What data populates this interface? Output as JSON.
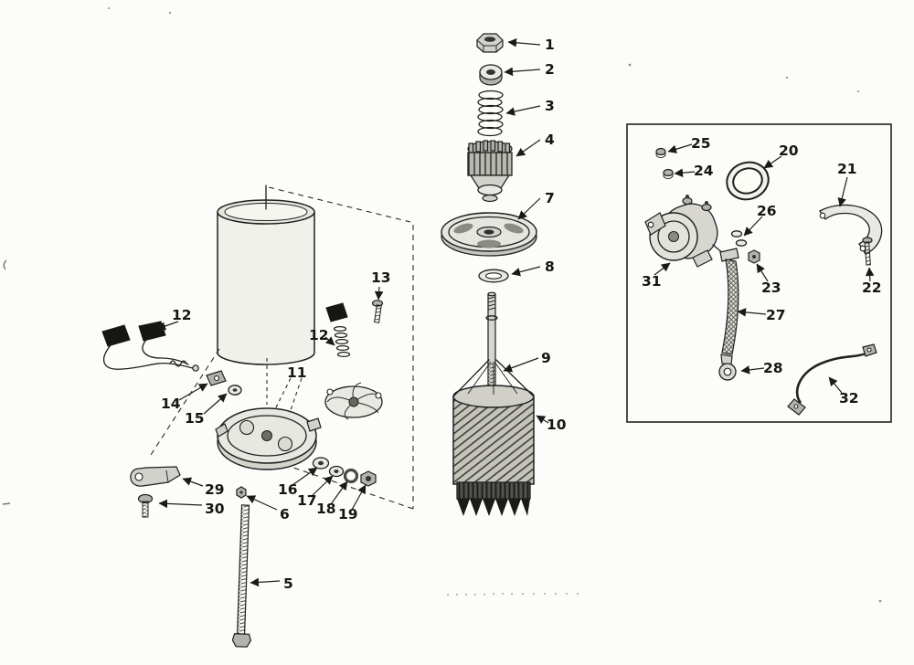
{
  "colors": {
    "paper": "#fcfcfa",
    "ink": "#1a1a1a"
  },
  "labels": {
    "n1": "1",
    "n2": "2",
    "n3": "3",
    "n4": "4",
    "n5": "5",
    "n6": "6",
    "n7": "7",
    "n8": "8",
    "n9": "9",
    "n10": "10",
    "n11": "11",
    "n12": "12",
    "n13": "13",
    "n14": "14",
    "n15": "15",
    "n16": "16",
    "n17": "17",
    "n18": "18",
    "n19": "19",
    "n20": "20",
    "n21": "21",
    "n22": "22",
    "n23": "23",
    "n24": "24",
    "n25": "25",
    "n26": "26",
    "n27": "27",
    "n28": "28",
    "n29": "29",
    "n30": "30",
    "n31": "31",
    "n32": "32"
  }
}
